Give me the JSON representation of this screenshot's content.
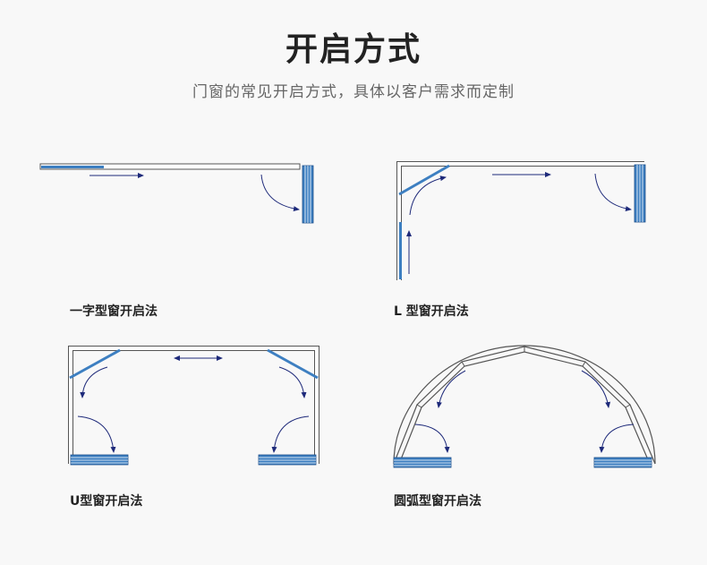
{
  "header": {
    "title": "开启方式",
    "subtitle": "门窗的常见开启方式，具体以客户需求而定制"
  },
  "diagrams": [
    {
      "label": "一字型窗开启法"
    },
    {
      "label": "L 型窗开启法"
    },
    {
      "label": "U型窗开启法"
    },
    {
      "label": "圆弧型窗开启法"
    }
  ],
  "colors": {
    "frame": "#555555",
    "panel": "#3d7fc1",
    "arrow": "#1e2a7a",
    "background": "#f8f8f8"
  }
}
